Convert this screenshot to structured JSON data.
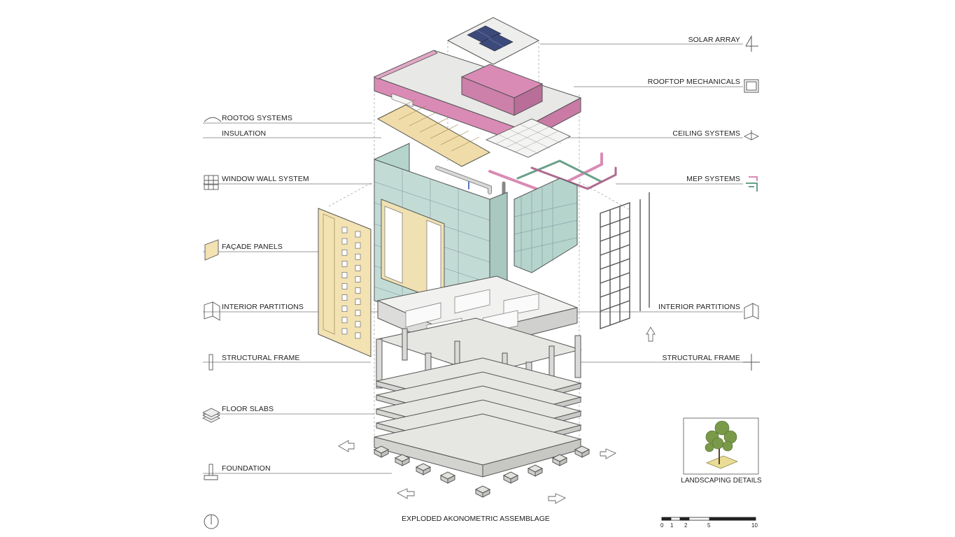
{
  "diagram": {
    "title": "EXPLODED AKONOMETRIC ASSEMBLAGE",
    "left_labels": [
      {
        "text": "ROOTOG SYSTEMS",
        "icon": "roof-icon"
      },
      {
        "text": "INSULATION",
        "icon": "none"
      },
      {
        "text": "WINDOW WALL SYSTEM",
        "icon": "window-grid-icon"
      },
      {
        "text": "FAÇADE PANELS",
        "icon": "facade-panel-icon"
      },
      {
        "text": "INTERIOR PARTITIONS",
        "icon": "partition-icon"
      },
      {
        "text": "STRUCTURAL FRAME",
        "icon": "column-icon"
      },
      {
        "text": "FLOOR SLABS",
        "icon": "slab-stack-icon"
      },
      {
        "text": "FOUNDATION",
        "icon": "foundation-icon"
      }
    ],
    "right_labels": [
      {
        "text": "SOLAR ARRAY",
        "icon": "solar-icon"
      },
      {
        "text": "ROOFTOP MECHANICALS",
        "icon": "box-icon"
      },
      {
        "text": "CEILING SYSTEMS",
        "icon": "ceiling-icon"
      },
      {
        "text": "MEP SYSTEMS",
        "icon": "pipe-icon"
      },
      {
        "text": "INTERIOR PARTITIONS",
        "icon": "partition-icon"
      },
      {
        "text": "STRUCTURAL FRAME",
        "icon": "cross-icon"
      }
    ],
    "landscaping_label": "LANDSCAPING DETAILS",
    "scale_bar": [
      "0",
      "1",
      "2",
      "5",
      "10"
    ],
    "colors": {
      "roof": "#d98bb5",
      "glass": "#b4d4cc",
      "facade": "#f3e2b2",
      "slab": "#e6e6e3",
      "line": "#555555",
      "tree": "#7a9a4a"
    }
  }
}
